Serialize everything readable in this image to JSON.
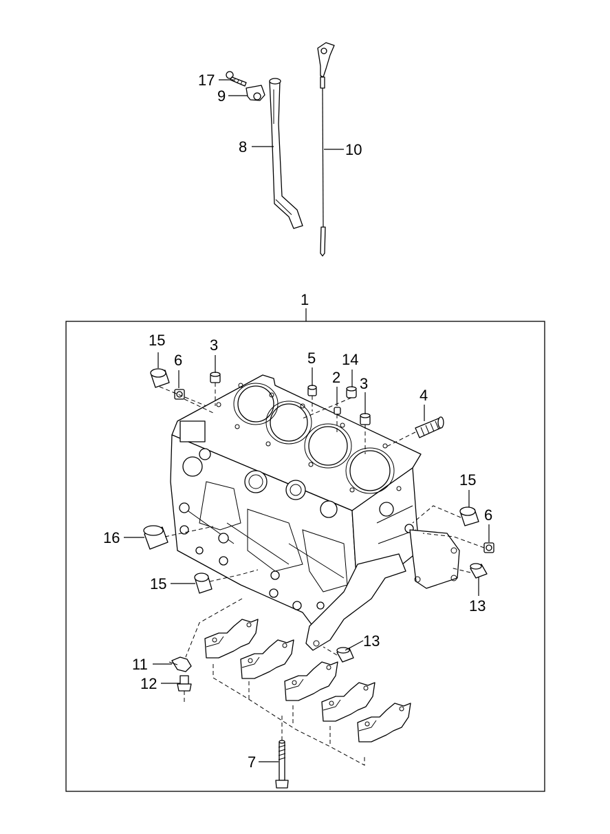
{
  "labels": {
    "l17": "17",
    "l9": "9",
    "l8": "8",
    "l10": "10",
    "l1": "1",
    "l15a": "15",
    "l6a": "6",
    "l3a": "3",
    "l5": "5",
    "l14": "14",
    "l2": "2",
    "l3b": "3",
    "l4": "4",
    "l15b": "15",
    "l6b": "6",
    "l16": "16",
    "l15c": "15",
    "l13a": "13",
    "l13b": "13",
    "l11": "11",
    "l12": "12",
    "l7": "7"
  }
}
